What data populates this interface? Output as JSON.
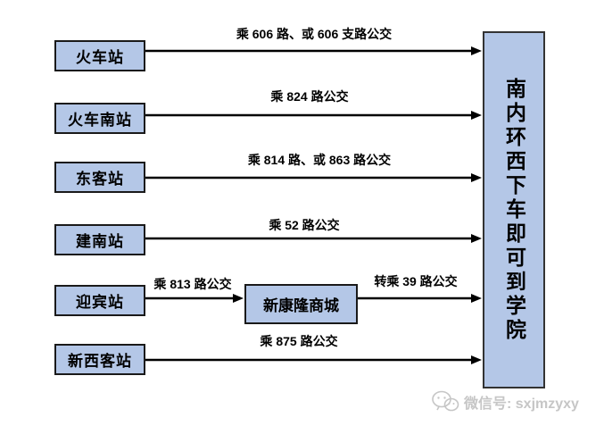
{
  "diagram": {
    "rows": [
      {
        "station": "火车站",
        "route": "乘 606 路、或 606 支路公交"
      },
      {
        "station": "火车南站",
        "route": "乘 824 路公交"
      },
      {
        "station": "东客站",
        "route": "乘 814 路、或 863 路公交"
      },
      {
        "station": "建南站",
        "route": "乘 52 路公交"
      },
      {
        "station": "迎宾站",
        "route": "乘 813 路公交",
        "via": "新康隆商城",
        "route2": "转乘 39 路公交"
      },
      {
        "station": "新西客站",
        "route": "乘 875 路公交"
      }
    ],
    "destination": "南内环西下车即可到学院",
    "colors": {
      "box_fill": "#b4c7e7",
      "box_border": "#1a1a1a",
      "arrow": "#000000",
      "watermark": "#c6c6c6"
    }
  },
  "footer": {
    "wechat_label": "微信号: sxjmzyxy",
    "wechat_icon": "wechat-icon"
  }
}
